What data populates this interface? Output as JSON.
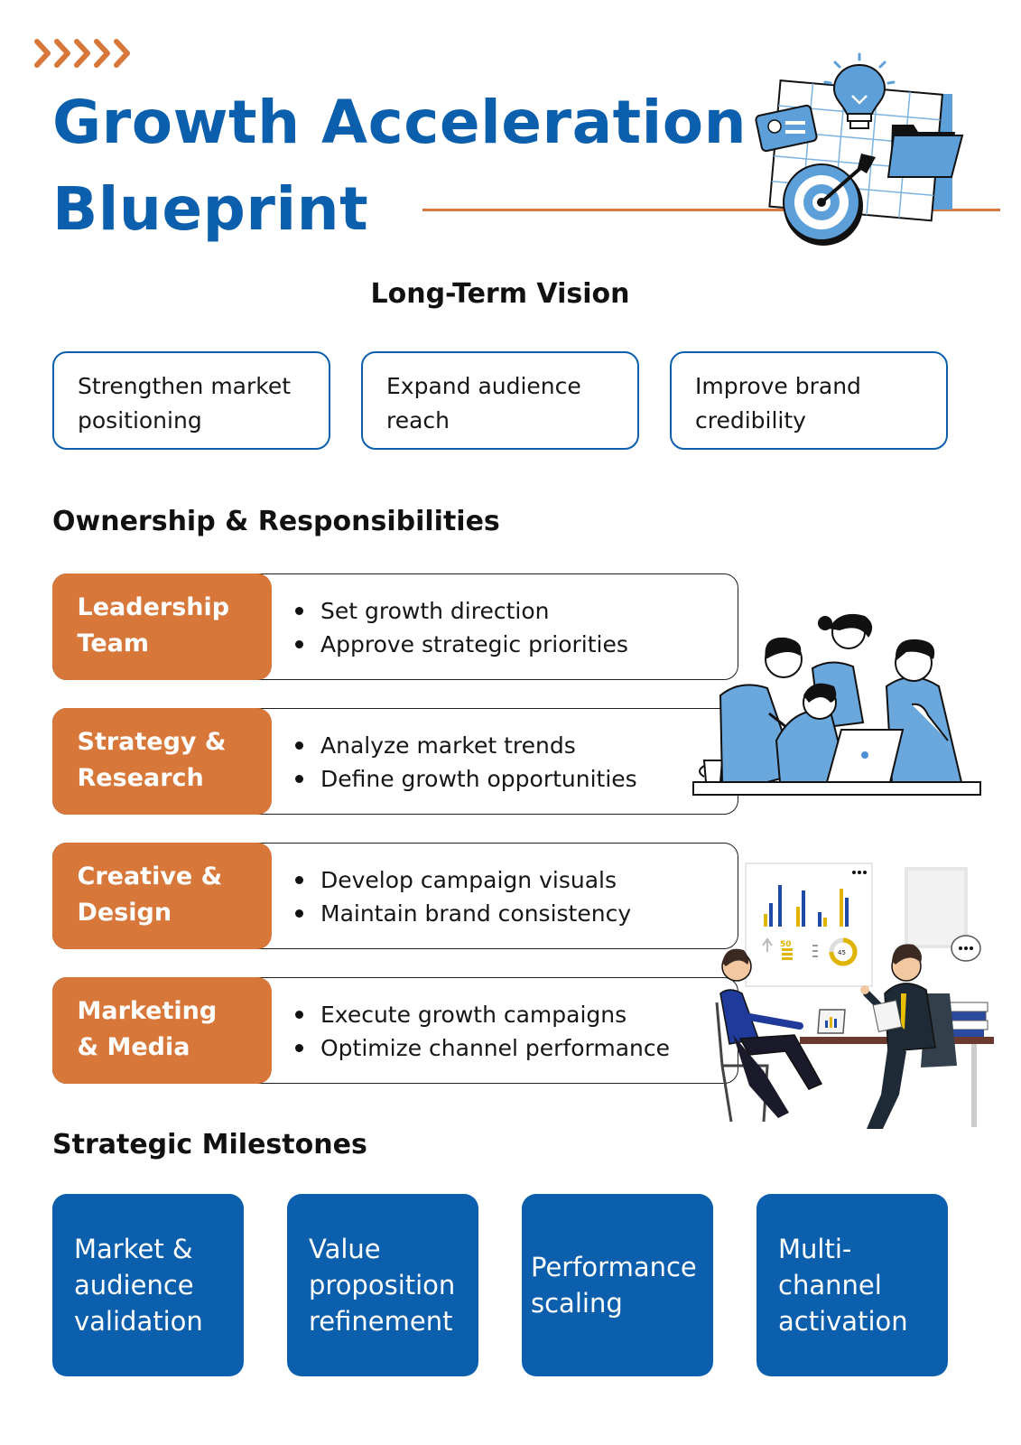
{
  "header": {
    "title_line1": "Growth Acceleration",
    "title_line2": "Blueprint",
    "decor_icon": "chevron-right-icon",
    "accent_color": "#d8773a",
    "brand_color": "#0b5fad"
  },
  "vision": {
    "heading": "Long-Term Vision",
    "items": [
      "Strengthen market positioning",
      "Expand audience reach",
      "Improve brand credibility"
    ]
  },
  "ownership": {
    "heading": "Ownership & Responsibilities",
    "roles": [
      {
        "name": "Leadership Team",
        "tasks": [
          "Set growth direction",
          "Approve strategic priorities"
        ]
      },
      {
        "name": "Strategy & Research",
        "tasks": [
          "Analyze market trends",
          "Define growth opportunities"
        ]
      },
      {
        "name": "Creative & Design",
        "tasks": [
          "Develop campaign visuals",
          "Maintain brand consistency"
        ]
      },
      {
        "name": "Marketing & Media",
        "tasks": [
          "Execute growth campaigns",
          "Optimize channel performance"
        ]
      }
    ]
  },
  "milestones": {
    "heading": "Strategic Milestones",
    "items": [
      "Market & audience validation",
      "Value proposition refinement",
      "Performance scaling",
      "Multi-channel activation"
    ]
  },
  "illustrations": {
    "hero": "target-lightbulb-illustration",
    "team": "team-laptop-illustration",
    "office": "office-meeting-illustration",
    "meeting_chart_labels": [
      "50",
      "45"
    ]
  }
}
